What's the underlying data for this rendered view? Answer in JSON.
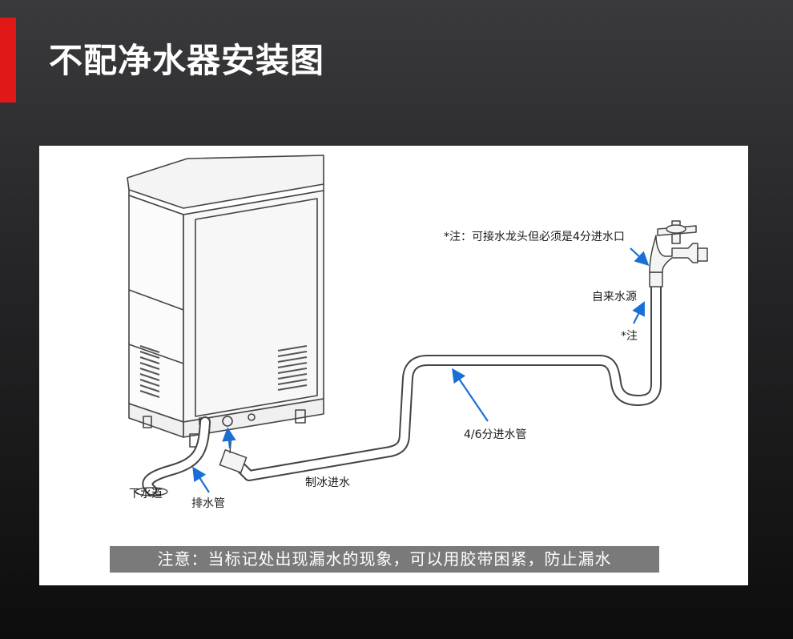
{
  "header": {
    "title": "不配净水器安装图",
    "accent_color": "#e01818"
  },
  "diagram": {
    "labels": {
      "faucet_note": "*注：可接水龙头但必须是4分进水口",
      "water_source": "自来水源",
      "note_marker": "*注",
      "inlet_pipe": "4/6分进水管",
      "ice_water_inlet": "制冰进水",
      "drain_pipe": "排水管",
      "sewer": "下水道"
    },
    "arrow_color": "#1a6fd6",
    "notice": "注意：当标记处出现漏水的现象，可以用胶带困紧，防止漏水"
  }
}
